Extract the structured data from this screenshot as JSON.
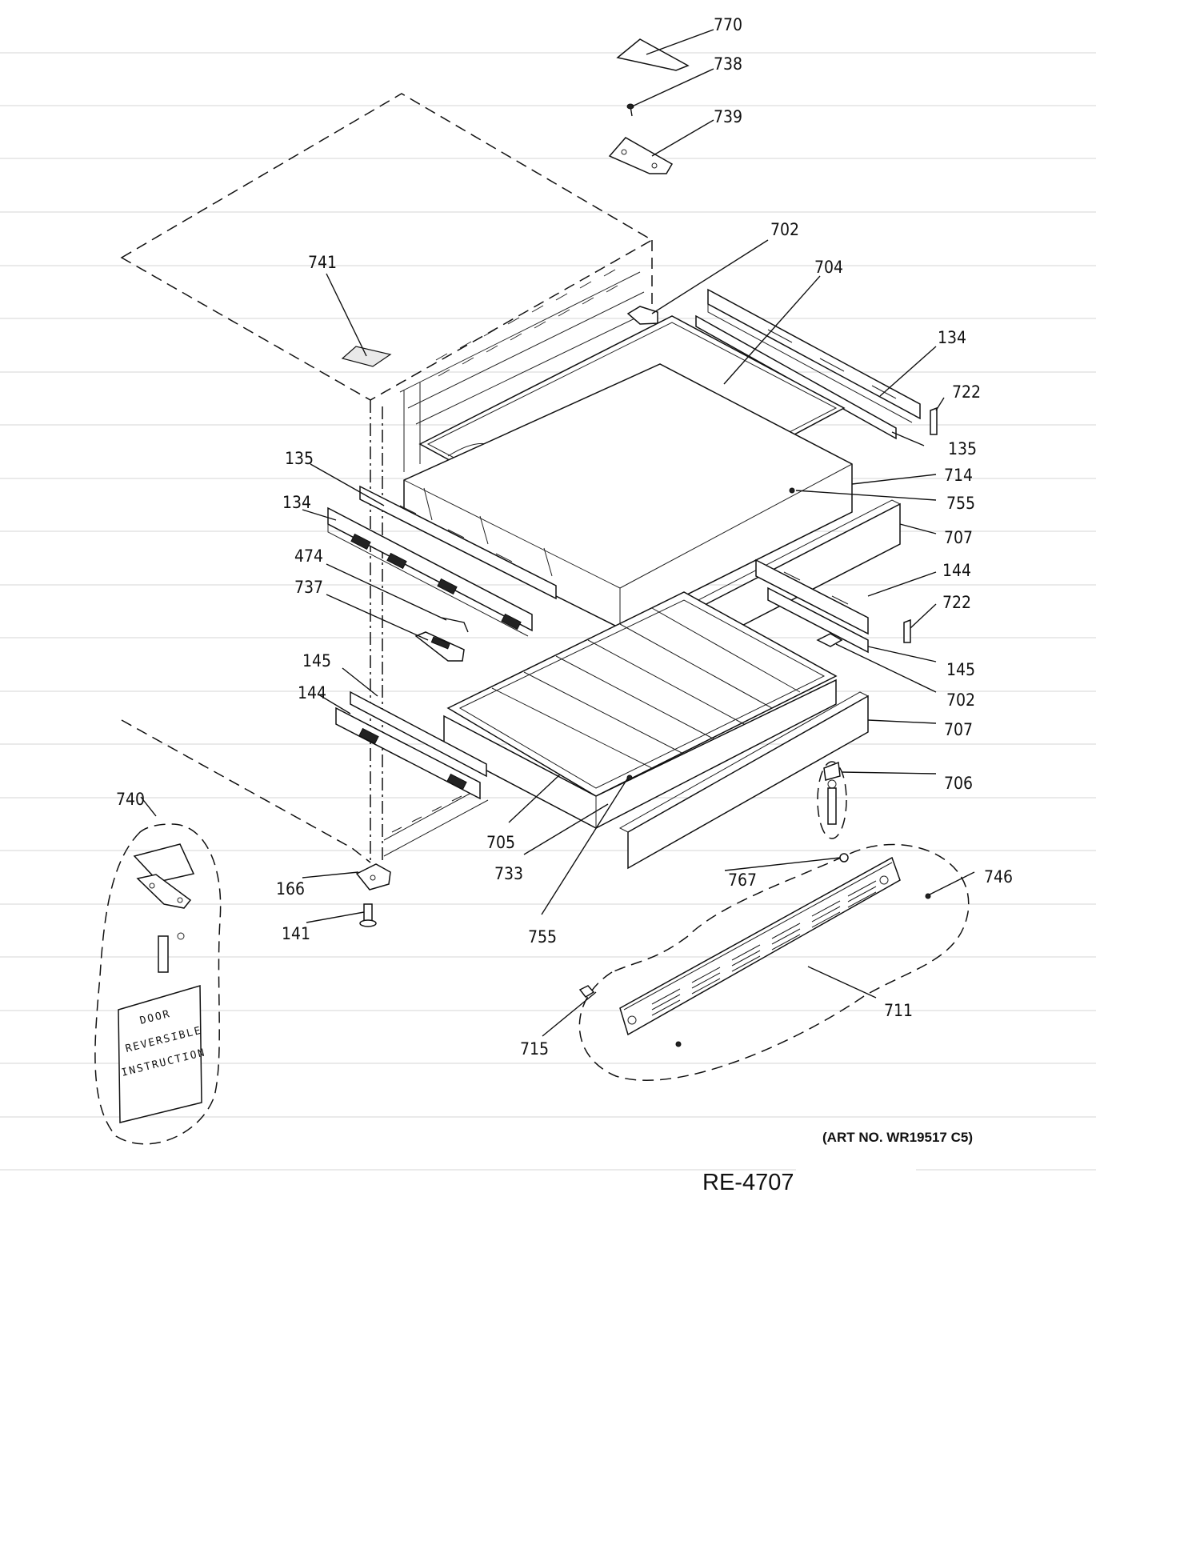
{
  "diagram": {
    "art_number": "(ART NO. WR19517 C5)",
    "diagram_code": "RE-4707",
    "note_lines": [
      "DOOR",
      "REVERSIBLE",
      "INSTRUCTION"
    ],
    "callouts": [
      {
        "id": "770",
        "label": "770"
      },
      {
        "id": "738",
        "label": "738"
      },
      {
        "id": "739",
        "label": "739"
      },
      {
        "id": "702a",
        "label": "702"
      },
      {
        "id": "704",
        "label": "704"
      },
      {
        "id": "741",
        "label": "741"
      },
      {
        "id": "134a",
        "label": "134"
      },
      {
        "id": "722a",
        "label": "722"
      },
      {
        "id": "135a",
        "label": "135"
      },
      {
        "id": "714",
        "label": "714"
      },
      {
        "id": "755a",
        "label": "755"
      },
      {
        "id": "135b",
        "label": "135"
      },
      {
        "id": "134b",
        "label": "134"
      },
      {
        "id": "707a",
        "label": "707"
      },
      {
        "id": "144a",
        "label": "144"
      },
      {
        "id": "474",
        "label": "474"
      },
      {
        "id": "737",
        "label": "737"
      },
      {
        "id": "722b",
        "label": "722"
      },
      {
        "id": "145a",
        "label": "145"
      },
      {
        "id": "145b",
        "label": "145"
      },
      {
        "id": "702b",
        "label": "702"
      },
      {
        "id": "144b",
        "label": "144"
      },
      {
        "id": "707b",
        "label": "707"
      },
      {
        "id": "706",
        "label": "706"
      },
      {
        "id": "740",
        "label": "740"
      },
      {
        "id": "705",
        "label": "705"
      },
      {
        "id": "733",
        "label": "733"
      },
      {
        "id": "767",
        "label": "767"
      },
      {
        "id": "746",
        "label": "746"
      },
      {
        "id": "166",
        "label": "166"
      },
      {
        "id": "141",
        "label": "141"
      },
      {
        "id": "755b",
        "label": "755"
      },
      {
        "id": "711",
        "label": "711"
      },
      {
        "id": "715",
        "label": "715"
      }
    ]
  }
}
